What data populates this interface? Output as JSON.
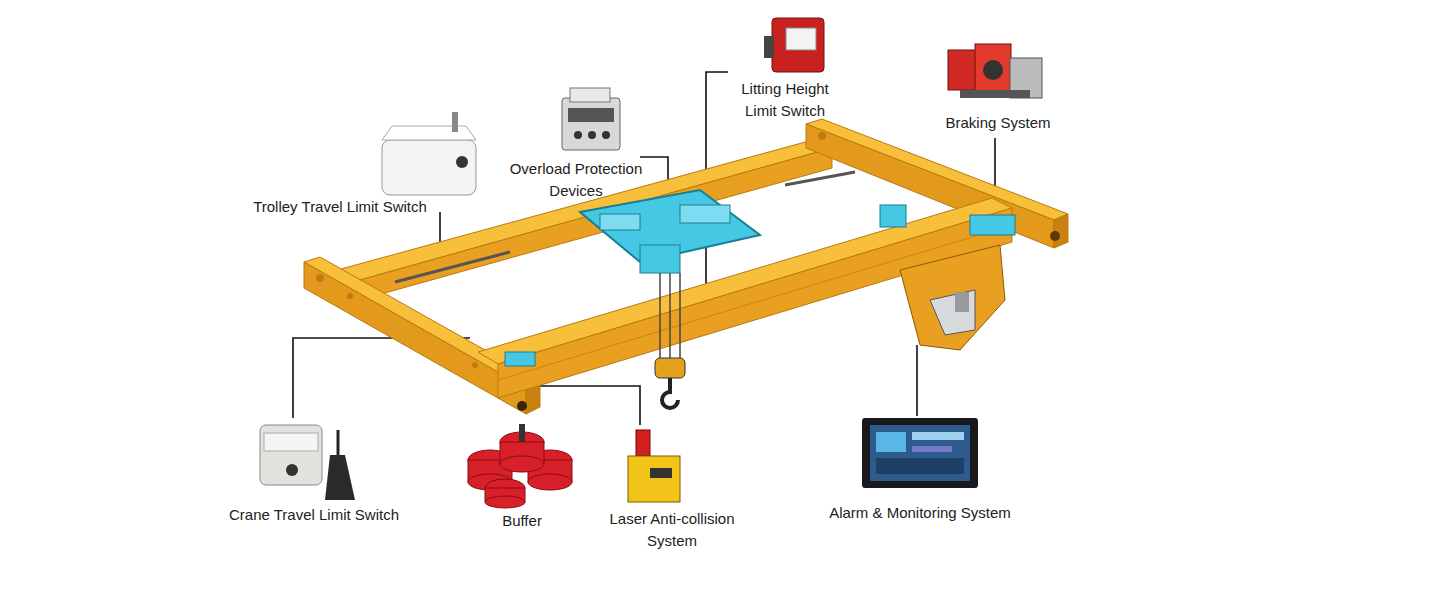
{
  "diagram": {
    "labels": [
      "Litting Height Limit Switch",
      "Braking System",
      "Overload Protection Devices",
      "Trolley Travel Limit Switch",
      "Crane Travel Limit Switch",
      "Buffer",
      "Laser Anti-collision System",
      "Alarm & Monitoring System"
    ]
  }
}
